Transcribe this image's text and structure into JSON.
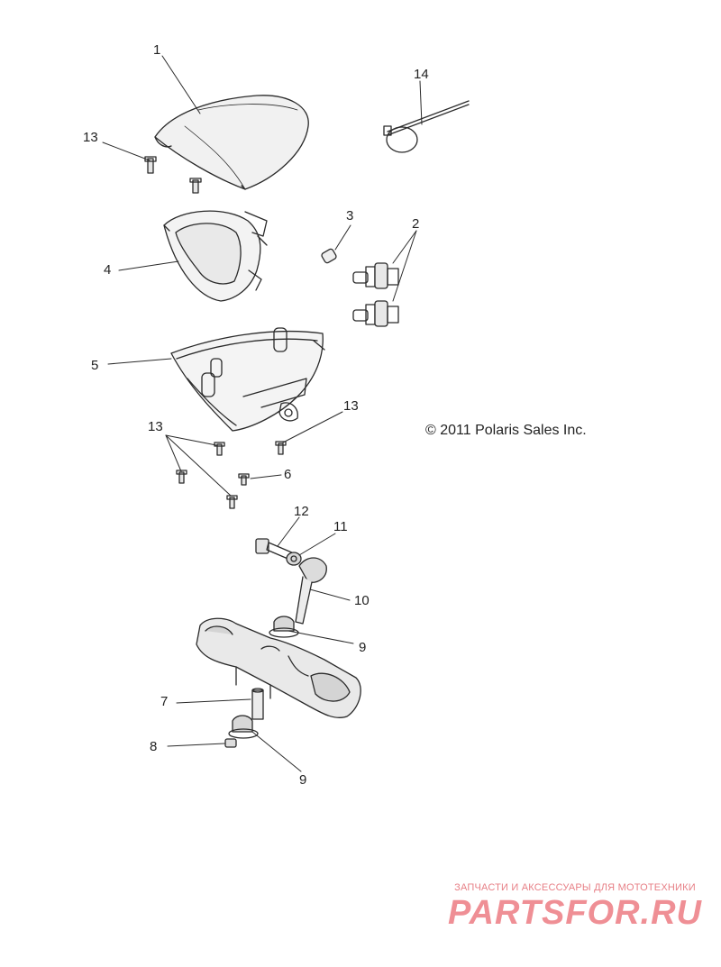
{
  "callouts": {
    "c1": "1",
    "c2": "2",
    "c3": "3",
    "c4": "4",
    "c5": "5",
    "c6": "6",
    "c7": "7",
    "c8": "8",
    "c9a": "9",
    "c9b": "9",
    "c10": "10",
    "c11": "11",
    "c12": "12",
    "c13a": "13",
    "c13b": "13",
    "c13c": "13",
    "c14": "14"
  },
  "copyright": "© 2011 Polaris Sales Inc.",
  "watermark": {
    "tagline": "ЗАПЧАСТИ И АКСЕССУАРЫ ДЛЯ МОТОТЕХНИКИ",
    "logo": "PARTSFOR.RU"
  },
  "colors": {
    "line": "#2a2a2a",
    "shade": "#dcdcdc",
    "watermark": "#ef8f95"
  }
}
